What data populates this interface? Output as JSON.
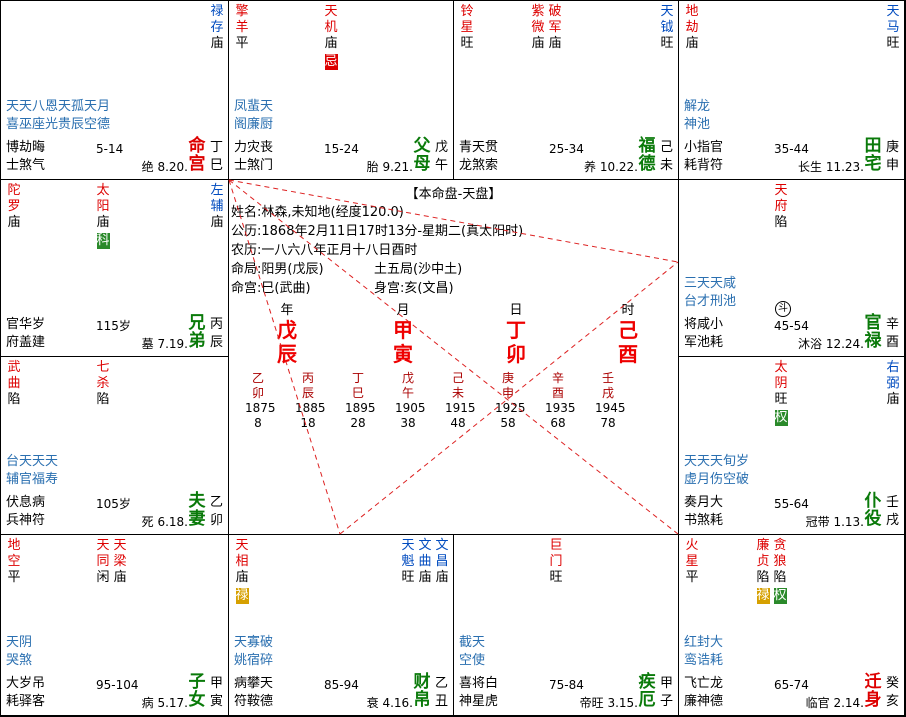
{
  "chart_title": "【本命盘-天盘】",
  "info": {
    "name": "姓名:林森,未知地(经度120.0)",
    "solar": "公历:1868年2月11日17时13分-星期二(真太阳时)",
    "lunar": "农历:一八六八年正月十八日酉时",
    "bureau_left": "命局:阳男(戊辰)",
    "bureau_right": "土五局(沙中土)",
    "gong_left": "命宫:巳(武曲)",
    "gong_right": "身宫:亥(文昌)"
  },
  "pillars": [
    {
      "label": "年",
      "stem": "戊",
      "branch": "辰"
    },
    {
      "label": "月",
      "stem": "甲",
      "branch": "寅"
    },
    {
      "label": "日",
      "stem": "丁",
      "branch": "卯"
    },
    {
      "label": "时",
      "stem": "己",
      "branch": "酉"
    }
  ],
  "dayun": [
    {
      "stem": "乙",
      "branch": "卯",
      "year": "1875",
      "age": "8"
    },
    {
      "stem": "丙",
      "branch": "辰",
      "year": "1885",
      "age": "18"
    },
    {
      "stem": "丁",
      "branch": "巳",
      "year": "1895",
      "age": "28"
    },
    {
      "stem": "戊",
      "branch": "午",
      "year": "1905",
      "age": "38"
    },
    {
      "stem": "己",
      "branch": "未",
      "year": "1915",
      "age": "48"
    },
    {
      "stem": "庚",
      "branch": "申",
      "year": "1925",
      "age": "58"
    },
    {
      "stem": "辛",
      "branch": "酉",
      "year": "1935",
      "age": "68"
    },
    {
      "stem": "壬",
      "branch": "戌",
      "year": "1945",
      "age": "78"
    }
  ],
  "cells": {
    "si": {
      "stars": [
        {
          "name": "禄存",
          "color": "blue",
          "bright": "庙"
        }
      ],
      "minor1": "天天八恩天孤天月",
      "minor2": "喜巫座光贵辰空德",
      "spirit1": "博劫晦",
      "spirit2": "士煞气",
      "range": "5-14",
      "stage": "绝 8.20.",
      "palace": [
        "命",
        "宫"
      ],
      "stem": "丁",
      "branch": "巳"
    },
    "wu": {
      "stars": [
        {
          "name": "擎羊",
          "color": "red",
          "bright": "平"
        },
        {
          "name": "天机",
          "color": "red",
          "bright": "庙",
          "hua": "忌"
        }
      ],
      "minor1": "凤蜚天",
      "minor2": "阁廉厨",
      "spirit1": "力灾丧",
      "spirit2": "士煞门",
      "range": "15-24",
      "stage": "胎 9.21.",
      "palace": [
        "父",
        "母"
      ],
      "stem": "戊",
      "branch": "午"
    },
    "wei": {
      "stars": [
        {
          "name": "铃星",
          "color": "red",
          "bright": "旺"
        },
        {
          "name": "紫微",
          "color": "red",
          "bright": "庙"
        },
        {
          "name": "破军",
          "color": "red",
          "bright": "庙"
        },
        {
          "name": "天钺",
          "color": "blue",
          "bright": "旺"
        }
      ],
      "minor1": "",
      "minor2": "",
      "spirit1": "青天贯",
      "spirit2": "龙煞索",
      "range": "25-34",
      "stage": "养 10.22.",
      "palace": [
        "福",
        "德"
      ],
      "stem": "己",
      "branch": "未"
    },
    "shen": {
      "stars": [
        {
          "name": "地劫",
          "color": "red",
          "bright": "庙"
        },
        {
          "name": "天马",
          "color": "blue",
          "bright": "旺"
        }
      ],
      "minor1": "解龙",
      "minor2": "神池",
      "spirit1": "小指官",
      "spirit2": "耗背符",
      "range": "35-44",
      "stage": "长生 11.23.",
      "palace": [
        "田",
        "宅"
      ],
      "stem": "庚",
      "branch": "申"
    },
    "chen": {
      "stars": [
        {
          "name": "陀罗",
          "color": "red",
          "bright": "庙"
        },
        {
          "name": "太阳",
          "color": "red",
          "bright": "庙",
          "hua": "科"
        },
        {
          "name": "左辅",
          "color": "blue",
          "bright": "庙"
        }
      ],
      "minor1": "",
      "minor2": "",
      "spirit1": "官华岁",
      "spirit2": "府盖建",
      "range": "115岁",
      "stage": "墓 7.19.",
      "palace": [
        "兄",
        "弟"
      ],
      "stem": "丙",
      "branch": "辰"
    },
    "you": {
      "stars": [
        {
          "name": "天府",
          "color": "red",
          "bright": "陷"
        }
      ],
      "minor1": "三天天咸",
      "minor2": "台才刑池",
      "spirit1": "将咸小",
      "spirit2": "军池耗",
      "range": "45-54",
      "stage": "沐浴 12.24.",
      "palace": [
        "官",
        "禄"
      ],
      "stem": "辛",
      "branch": "酉",
      "icon": "斗"
    },
    "mao": {
      "stars": [
        {
          "name": "武曲",
          "color": "red",
          "bright": "陷"
        },
        {
          "name": "七杀",
          "color": "red",
          "bright": "陷"
        }
      ],
      "minor1": "台天天天",
      "minor2": "辅官福寿",
      "spirit1": "伏息病",
      "spirit2": "兵神符",
      "range": "105岁",
      "stage": "死 6.18.",
      "palace": [
        "夫",
        "妻"
      ],
      "stem": "乙",
      "branch": "卯"
    },
    "xu": {
      "stars": [
        {
          "name": "太阴",
          "color": "red",
          "bright": "旺",
          "hua": "权"
        },
        {
          "name": "右弼",
          "color": "blue",
          "bright": "庙"
        }
      ],
      "minor1": "天天天旬岁",
      "minor2": "虚月伤空破",
      "spirit1": "奏月大",
      "spirit2": "书煞耗",
      "range": "55-64",
      "stage": "冠带 1.13.",
      "palace": [
        "仆",
        "役"
      ],
      "stem": "壬",
      "branch": "戌"
    },
    "yin": {
      "stars": [
        {
          "name": "地空",
          "color": "red",
          "bright": "平"
        },
        {
          "name": "天同",
          "color": "red",
          "bright": "闲"
        },
        {
          "name": "天梁",
          "color": "red",
          "bright": "庙"
        }
      ],
      "minor1": "天阴",
      "minor2": "哭煞",
      "spirit1": "大岁吊",
      "spirit2": "耗驿客",
      "range": "95-104",
      "stage": "病 5.17.",
      "palace": [
        "子",
        "女"
      ],
      "stem": "甲",
      "branch": "寅"
    },
    "chou": {
      "stars": [
        {
          "name": "天相",
          "color": "red",
          "bright": "庙",
          "hua": "禄"
        },
        {
          "name": "天魁",
          "color": "blue",
          "bright": "旺"
        },
        {
          "name": "文曲",
          "color": "blue",
          "bright": "庙"
        },
        {
          "name": "文昌",
          "color": "blue",
          "bright": "庙"
        }
      ],
      "minor1": "天寡破",
      "minor2": "姚宿碎",
      "spirit1": "病攀天",
      "spirit2": "符鞍德",
      "range": "85-94",
      "stage": "衰 4.16.",
      "palace": [
        "财",
        "帛"
      ],
      "stem": "乙",
      "branch": "丑"
    },
    "zi": {
      "stars": [
        {
          "name": "巨门",
          "color": "red",
          "bright": "旺"
        }
      ],
      "minor1": "截天",
      "minor2": "空使",
      "spirit1": "喜将白",
      "spirit2": "神星虎",
      "range": "75-84",
      "stage": "帝旺 3.15.",
      "palace": [
        "疾",
        "厄"
      ],
      "stem": "甲",
      "branch": "子"
    },
    "hai": {
      "stars": [
        {
          "name": "火星",
          "color": "red",
          "bright": "平"
        },
        {
          "name": "廉贞",
          "color": "red",
          "bright": "陷",
          "hua": "禄"
        },
        {
          "name": "贪狼",
          "color": "red",
          "bright": "陷",
          "hua": "权"
        }
      ],
      "minor1": "红封大",
      "minor2": "鸾诰耗",
      "spirit1": "飞亡龙",
      "spirit2": "廉神德",
      "range": "65-74",
      "stage": "临官 2.14.",
      "palace": [
        "迁",
        "身"
      ],
      "stem": "癸",
      "branch": "亥"
    }
  },
  "colors": {
    "red": "#dd0000",
    "blue": "#004bbf",
    "green": "#0a7a0a",
    "minor": "#2a6fb0",
    "line": "#dd2222"
  }
}
